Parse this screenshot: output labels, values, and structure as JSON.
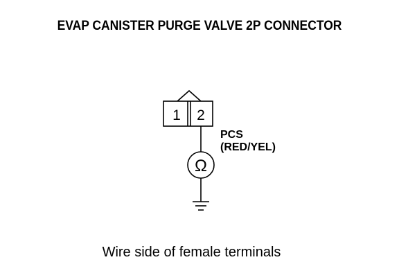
{
  "title": "EVAP CANISTER PURGE VALVE 2P CONNECTOR",
  "connector": {
    "pins": [
      "1",
      "2"
    ]
  },
  "wire": {
    "name": "PCS",
    "color": "(RED/YEL)"
  },
  "meter": {
    "symbol": "Ω",
    "icon": "ohmmeter-icon"
  },
  "ground": {
    "icon": "ground-icon"
  },
  "caption": "Wire side of female terminals"
}
